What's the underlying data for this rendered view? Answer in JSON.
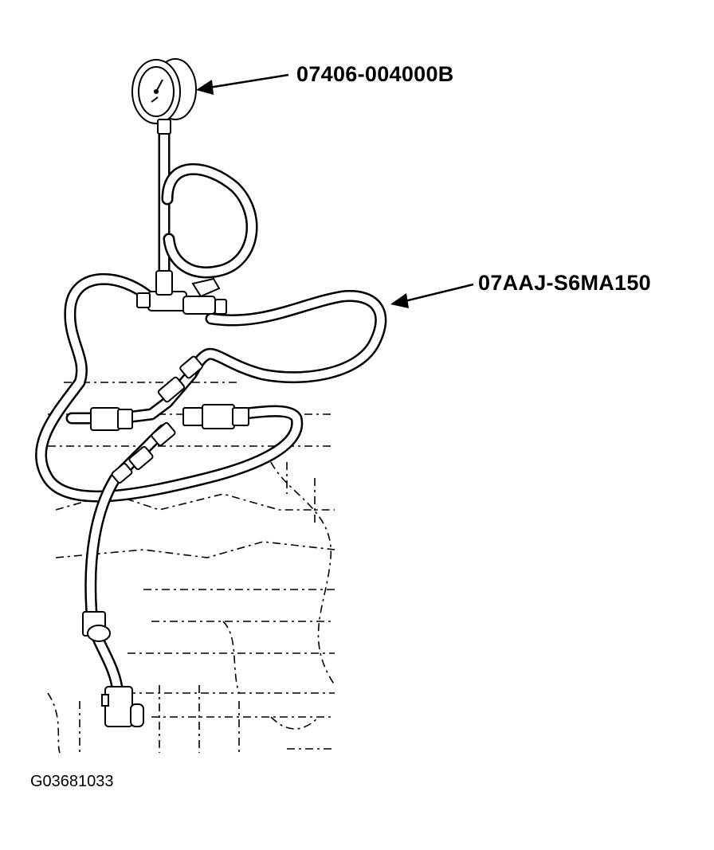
{
  "callouts": {
    "gauge_tool": "07406-004000B",
    "hose_tool": "07AAJ-S6MA150"
  },
  "figure_id": "G03681033"
}
